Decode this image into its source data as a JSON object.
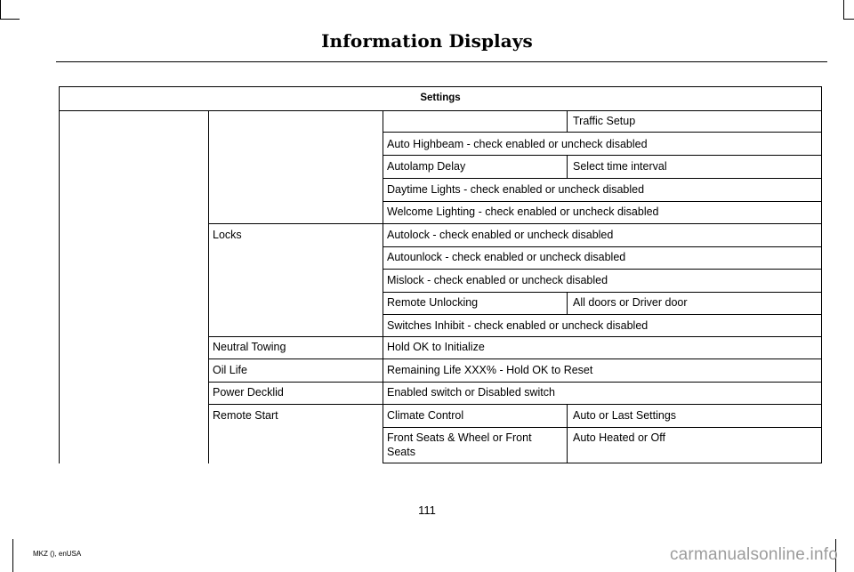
{
  "header": {
    "title": "Information Displays"
  },
  "table": {
    "heading": "Settings",
    "rows": {
      "traffic_setup": "Traffic Setup",
      "auto_highbeam": "Auto Highbeam - check enabled or uncheck disabled",
      "autolamp_delay": "Autolamp Delay",
      "autolamp_delay_value": "Select time interval",
      "daytime_lights": "Daytime Lights - check enabled or uncheck disabled",
      "welcome_lighting": "Welcome Lighting - check enabled or uncheck disabled",
      "locks": "Locks",
      "autolock": "Autolock - check enabled or uncheck disabled",
      "autounlock": "Autounlock - check enabled or uncheck disabled",
      "mislock": "Mislock - check enabled or uncheck disabled",
      "remote_unlocking": "Remote Unlocking",
      "remote_unlocking_value": "All doors or Driver door",
      "switches_inhibit": "Switches Inhibit - check enabled or uncheck disabled",
      "neutral_towing": "Neutral Towing",
      "neutral_towing_value": "Hold OK to Initialize",
      "oil_life": "Oil Life",
      "oil_life_value": "Remaining Life XXX% - Hold OK to Reset",
      "power_decklid": "Power Decklid",
      "power_decklid_value": "Enabled switch or Disabled switch",
      "remote_start": "Remote Start",
      "climate_control": "Climate Control",
      "climate_control_value": "Auto or Last Settings",
      "front_seats": "Front Seats & Wheel or Front Seats",
      "front_seats_value": "Auto Heated or Off"
    }
  },
  "page_number": "111",
  "footer_code": "MKZ (), enUSA",
  "watermark": "carmanualsonline.info"
}
